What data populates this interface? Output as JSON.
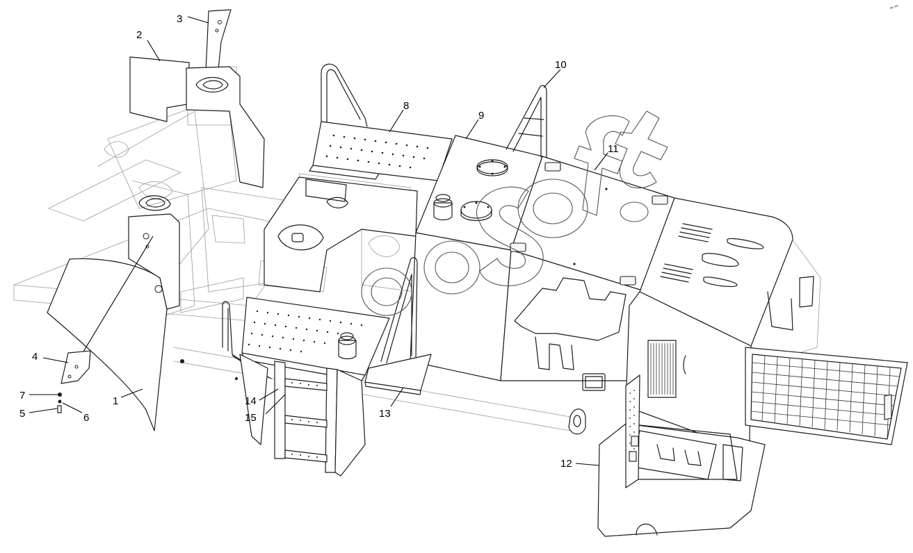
{
  "callouts": [
    {
      "number": "1"
    },
    {
      "number": "2"
    },
    {
      "number": "3"
    },
    {
      "number": "4"
    },
    {
      "number": "5"
    },
    {
      "number": "6"
    },
    {
      "number": "7"
    },
    {
      "number": "8"
    },
    {
      "number": "9"
    },
    {
      "number": "10"
    },
    {
      "number": "11"
    },
    {
      "number": "12"
    },
    {
      "number": "13"
    },
    {
      "number": "14"
    },
    {
      "number": "15"
    }
  ],
  "corner_mark": "ºº ºº"
}
